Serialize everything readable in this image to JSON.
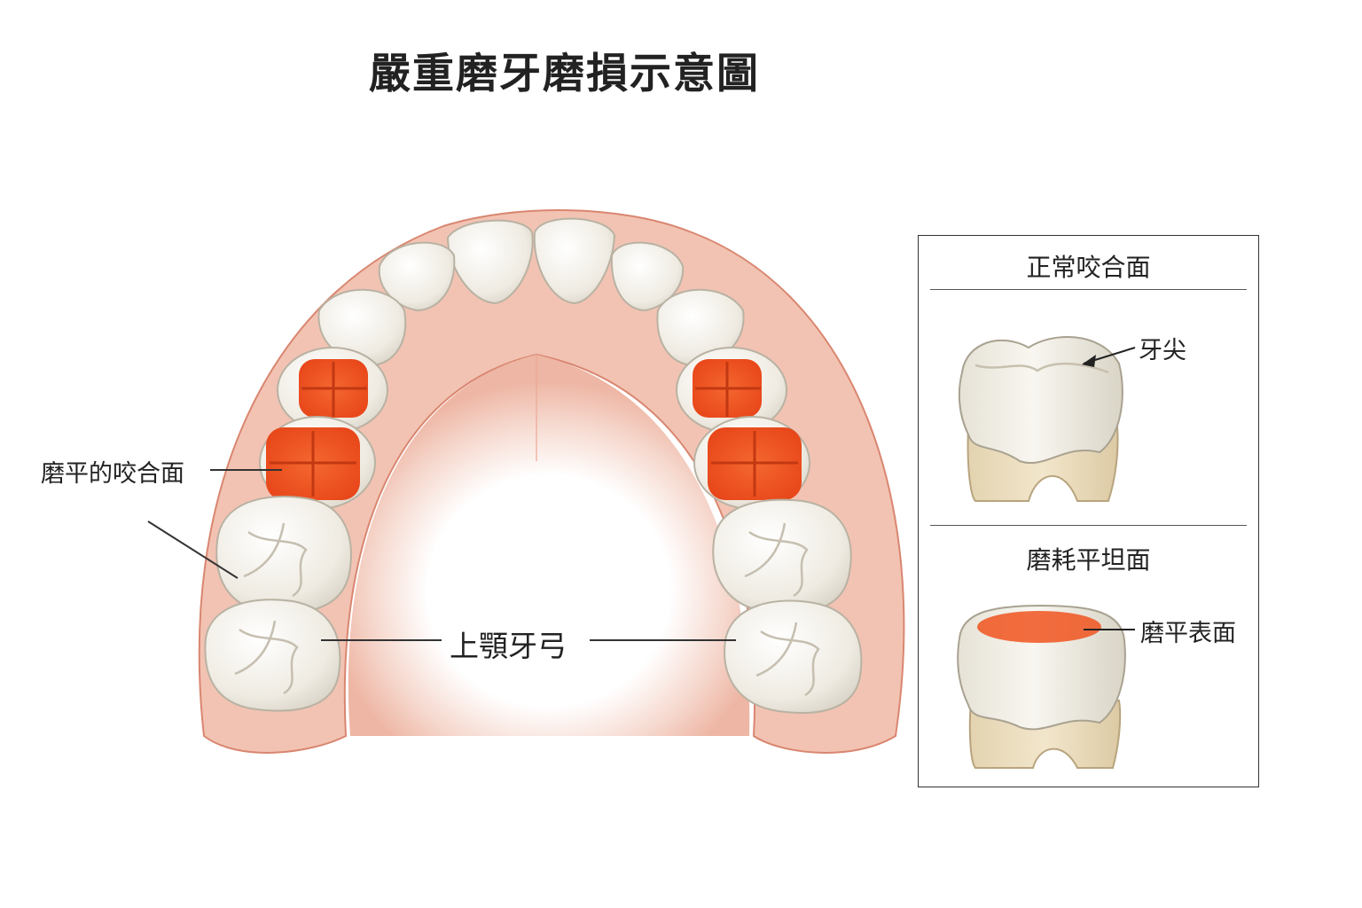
{
  "title": "嚴重磨牙磨損示意圖",
  "labels": {
    "flattened_occlusal": "磨平的咬合面",
    "maxillary_arch": "上顎牙弓"
  },
  "panel": {
    "normal_heading": "正常咬合面",
    "cusp_label": "牙尖",
    "worn_heading": "磨耗平坦面",
    "worn_surface_label": "磨平表面"
  },
  "colors": {
    "gum": "#f2c3b3",
    "gum_edge": "#d98670",
    "enamel": "#f1eee6",
    "wear": "#f0531e",
    "root": "#eedfbf"
  }
}
